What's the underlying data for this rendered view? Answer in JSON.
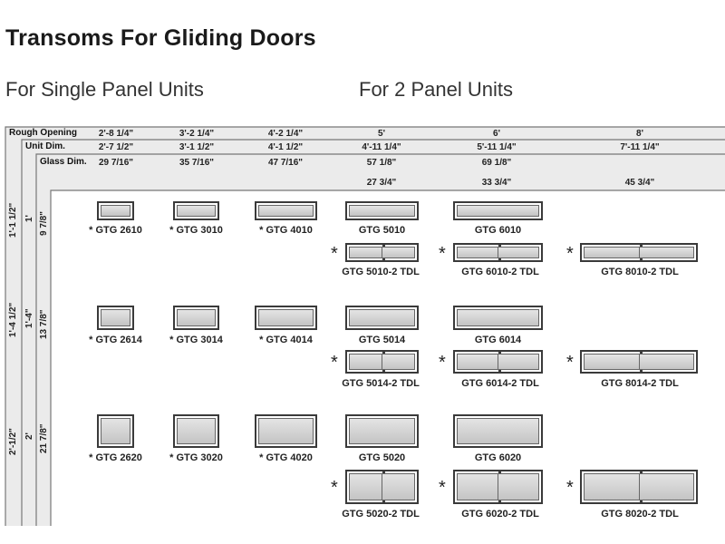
{
  "title": "Transoms For Gliding Doors",
  "subheads": {
    "single": "For Single Panel Units",
    "double": "For 2 Panel Units"
  },
  "header_labels": {
    "rough": "Rough Opening",
    "unit": "Unit Dim.",
    "glass": "Glass Dim."
  },
  "columns": [
    {
      "rough": "2'-8 1/4\"",
      "unit": "2'-7 1/2\"",
      "glass": "29 7/16\"",
      "tdl_glass": ""
    },
    {
      "rough": "3'-2 1/4\"",
      "unit": "3'-1 1/2\"",
      "glass": "35 7/16\"",
      "tdl_glass": ""
    },
    {
      "rough": "4'-2 1/4\"",
      "unit": "4'-1 1/2\"",
      "glass": "47 7/16\"",
      "tdl_glass": ""
    },
    {
      "rough": "5'",
      "unit": "4'-11 1/4\"",
      "glass": "57 1/8\"",
      "tdl_glass": "27 3/4\""
    },
    {
      "rough": "6'",
      "unit": "5'-11 1/4\"",
      "glass": "69 1/8\"",
      "tdl_glass": "33 3/4\""
    },
    {
      "rough": "8'",
      "unit": "7'-11 1/4\"",
      "glass": "",
      "tdl_glass": "45 3/4\""
    }
  ],
  "rows": [
    {
      "rough": "1'-1 1/2\"",
      "unit": "1'",
      "glass": "9 7/8\""
    },
    {
      "rough": "1'-4 1/2\"",
      "unit": "1'-4\"",
      "glass": "13 7/8\""
    },
    {
      "rough": "2'-1/2\"",
      "unit": "2'",
      "glass": "21 7/8\""
    }
  ],
  "units": [
    {
      "label": "* GTG 2610",
      "type": "single"
    },
    {
      "label": "* GTG 3010",
      "type": "single"
    },
    {
      "label": "* GTG 4010",
      "type": "single"
    },
    {
      "label": "GTG 5010",
      "type": "single"
    },
    {
      "label": "GTG 6010",
      "type": "single"
    },
    {
      "label": "GTG 5010-2 TDL",
      "type": "tdl",
      "star": "*"
    },
    {
      "label": "GTG 6010-2 TDL",
      "type": "tdl",
      "star": "*"
    },
    {
      "label": "GTG 8010-2 TDL",
      "type": "tdl",
      "star": "*"
    },
    {
      "label": "* GTG 2614",
      "type": "single"
    },
    {
      "label": "* GTG 3014",
      "type": "single"
    },
    {
      "label": "* GTG 4014",
      "type": "single"
    },
    {
      "label": "GTG 5014",
      "type": "single"
    },
    {
      "label": "GTG 6014",
      "type": "single"
    },
    {
      "label": "GTG 5014-2 TDL",
      "type": "tdl",
      "star": "*"
    },
    {
      "label": "GTG 6014-2 TDL",
      "type": "tdl",
      "star": "*"
    },
    {
      "label": "GTG 8014-2 TDL",
      "type": "tdl",
      "star": "*"
    },
    {
      "label": "* GTG 2620",
      "type": "single"
    },
    {
      "label": "* GTG 3020",
      "type": "single"
    },
    {
      "label": "* GTG 4020",
      "type": "single"
    },
    {
      "label": "GTG 5020",
      "type": "single"
    },
    {
      "label": "GTG 6020",
      "type": "single"
    },
    {
      "label": "GTG 5020-2 TDL",
      "type": "tdl",
      "star": "*"
    },
    {
      "label": "GTG 6020-2 TDL",
      "type": "tdl",
      "star": "*"
    },
    {
      "label": "GTG 8020-2 TDL",
      "type": "tdl",
      "star": "*"
    }
  ]
}
